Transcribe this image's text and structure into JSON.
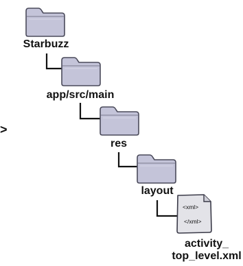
{
  "tree": {
    "root": {
      "label": "Starbuzz",
      "icon": "folder-icon"
    },
    "level1": {
      "label": "app/src/main",
      "icon": "folder-icon"
    },
    "level2": {
      "label": "res",
      "icon": "folder-icon"
    },
    "level3": {
      "label": "layout",
      "icon": "folder-icon"
    },
    "file": {
      "icon": "xml-file-icon",
      "icon_text_top": "<xml>",
      "icon_text_bottom": "</xml>",
      "label_line1": "activity_",
      "label_line2": "top_level.xml"
    }
  },
  "edge_marker": ">",
  "colors": {
    "folder_fill": "#c4c4d9",
    "folder_fill_light": "#d6d6e6",
    "folder_stroke": "#4a4a5a",
    "connector": "#111111",
    "file_fill": "#e3e3e8"
  }
}
